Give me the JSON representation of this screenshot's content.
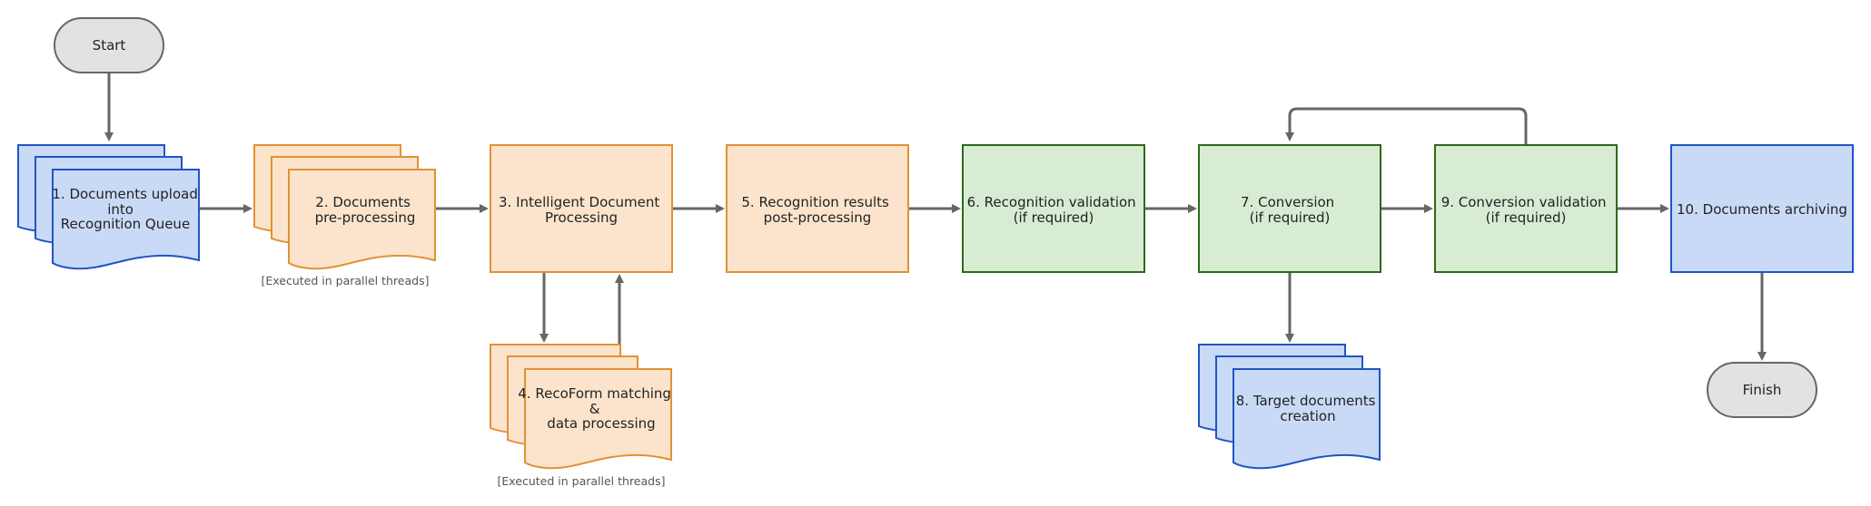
{
  "colors": {
    "terminal_fill": "#e2e2e2",
    "terminal_stroke": "#666666",
    "blue_fill": "#c9daf7",
    "blue_stroke": "#1f55c4",
    "orange_fill": "#fce4cc",
    "orange_stroke": "#e09235",
    "green_fill": "#d8ecd4",
    "green_stroke": "#2b6a17",
    "edge": "#666666"
  },
  "nodes": {
    "start": "Start",
    "finish": "Finish",
    "step1": [
      "1. Documents upload",
      "into",
      "Recognition Queue"
    ],
    "step2": [
      "2. Documents",
      "pre-processing"
    ],
    "step3": [
      "3. Intelligent Document",
      "Processing"
    ],
    "step4": [
      "4. RecoForm matching",
      "&",
      "data processing"
    ],
    "step5": [
      "5. Recognition results",
      "post-processing"
    ],
    "step6": [
      "6. Recognition validation",
      "(if required)"
    ],
    "step7": [
      "7. Conversion",
      "(if required)"
    ],
    "step8": [
      "8. Target documents",
      "creation"
    ],
    "step9": [
      "9. Conversion validation",
      "(if required)"
    ],
    "step10": [
      "10. Documents archiving"
    ]
  },
  "notes": {
    "parallel_1": "[Executed in parallel threads]",
    "parallel_2": "[Executed in parallel threads]"
  }
}
